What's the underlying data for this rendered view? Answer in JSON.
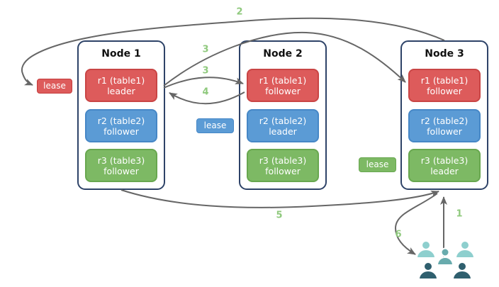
{
  "diagram": {
    "nodes": [
      {
        "title": "Node 1",
        "replicas": [
          {
            "name": "r1 (table1)",
            "role": "leader",
            "color": "red"
          },
          {
            "name": "r2 (table2)",
            "role": "follower",
            "color": "blue"
          },
          {
            "name": "r3 (table3)",
            "role": "follower",
            "color": "green"
          }
        ]
      },
      {
        "title": "Node 2",
        "replicas": [
          {
            "name": "r1 (table1)",
            "role": "follower",
            "color": "red"
          },
          {
            "name": "r2 (table2)",
            "role": "leader",
            "color": "blue"
          },
          {
            "name": "r3 (table3)",
            "role": "follower",
            "color": "green"
          }
        ]
      },
      {
        "title": "Node 3",
        "replicas": [
          {
            "name": "r1 (table1)",
            "role": "follower",
            "color": "red"
          },
          {
            "name": "r2 (table2)",
            "role": "follower",
            "color": "blue"
          },
          {
            "name": "r3 (table3)",
            "role": "leader",
            "color": "green"
          }
        ]
      }
    ],
    "leases": {
      "red": {
        "label": "lease"
      },
      "blue": {
        "label": "lease"
      },
      "green": {
        "label": "lease"
      }
    },
    "steps": {
      "s1": "1",
      "s2": "2",
      "s3a": "3",
      "s3b": "3",
      "s4": "4",
      "s5": "5",
      "s6": "6"
    },
    "icons": {
      "clients": "users-group-icon"
    },
    "colors": {
      "replica_red": "#dd5b5b",
      "replica_red_border": "#c94545",
      "replica_blue": "#5b9bd5",
      "replica_blue_border": "#4687c6",
      "replica_green": "#7db964",
      "replica_green_border": "#68a74f",
      "node_border": "#2e4368",
      "arrow": "#666666",
      "step_label": "#8fc97d",
      "people_light": "#8ecfce",
      "people_mid": "#68abad",
      "people_dark": "#2f5f6e"
    }
  }
}
